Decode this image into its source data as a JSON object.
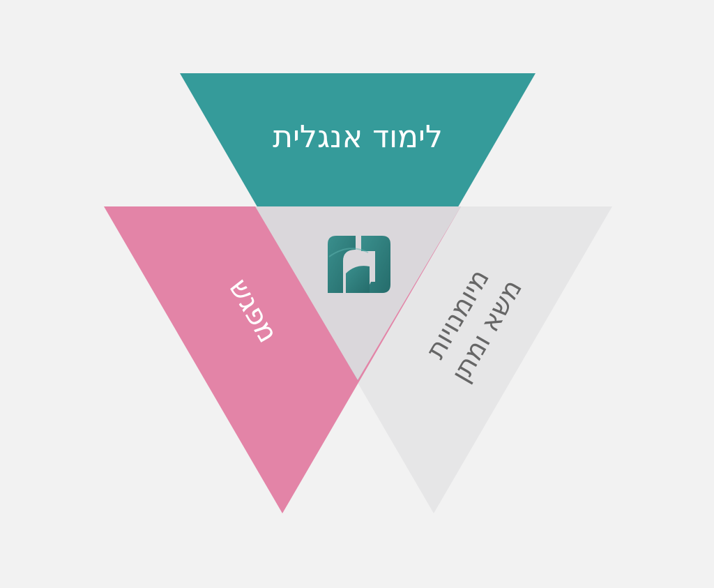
{
  "diagram": {
    "triangles": [
      {
        "id": "top",
        "label": "לימוד אנגלית",
        "color": "#359b9a",
        "text_color": "#ffffff"
      },
      {
        "id": "left",
        "label": "מפגש",
        "color": "#e384a7",
        "text_color": "#ffffff"
      },
      {
        "id": "right",
        "label_lines": [
          "מיומנויות",
          "משא ומתן"
        ],
        "color": "#e6e6e7",
        "text_color": "#666666"
      }
    ],
    "overlap_color": "#dad7db",
    "logo": {
      "icon": "logo-icon",
      "color": "#2e7a79"
    }
  }
}
